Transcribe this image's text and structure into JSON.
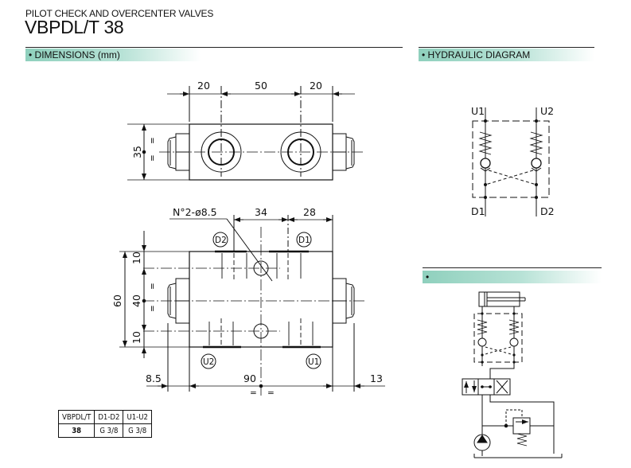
{
  "header": {
    "subtitle": "PILOT CHECK AND OVERCENTER VALVES",
    "title": "VBPDL/T 38"
  },
  "sections": {
    "dimensions": "• DIMENSIONS (mm)",
    "hydraulic": "• HYDRAULIC DIAGRAM",
    "circuit": "•"
  },
  "top_view": {
    "dim_left": "20",
    "dim_center": "50",
    "dim_right": "20",
    "dim_height": "35",
    "eq_mark": "="
  },
  "front_view": {
    "hole_note": "N°2-ø8.5",
    "dim_34": "34",
    "dim_28": "28",
    "dim_60": "60",
    "dim_10_top": "10",
    "dim_40": "40",
    "dim_10_bottom": "10",
    "dim_8_5": "8.5",
    "dim_90": "90",
    "dim_13": "13",
    "eq_mark": "=",
    "port_d2": "D2",
    "port_d1": "D1",
    "port_u2": "U2",
    "port_u1": "U1"
  },
  "diagram": {
    "u1": "U1",
    "u2": "U2",
    "d1": "D1",
    "d2": "D2"
  },
  "spec_table": {
    "headers": [
      "VBPDL/T",
      "D1-D2",
      "U1-U2"
    ],
    "row": [
      "38",
      "G 3/8",
      "G 3/8"
    ]
  }
}
